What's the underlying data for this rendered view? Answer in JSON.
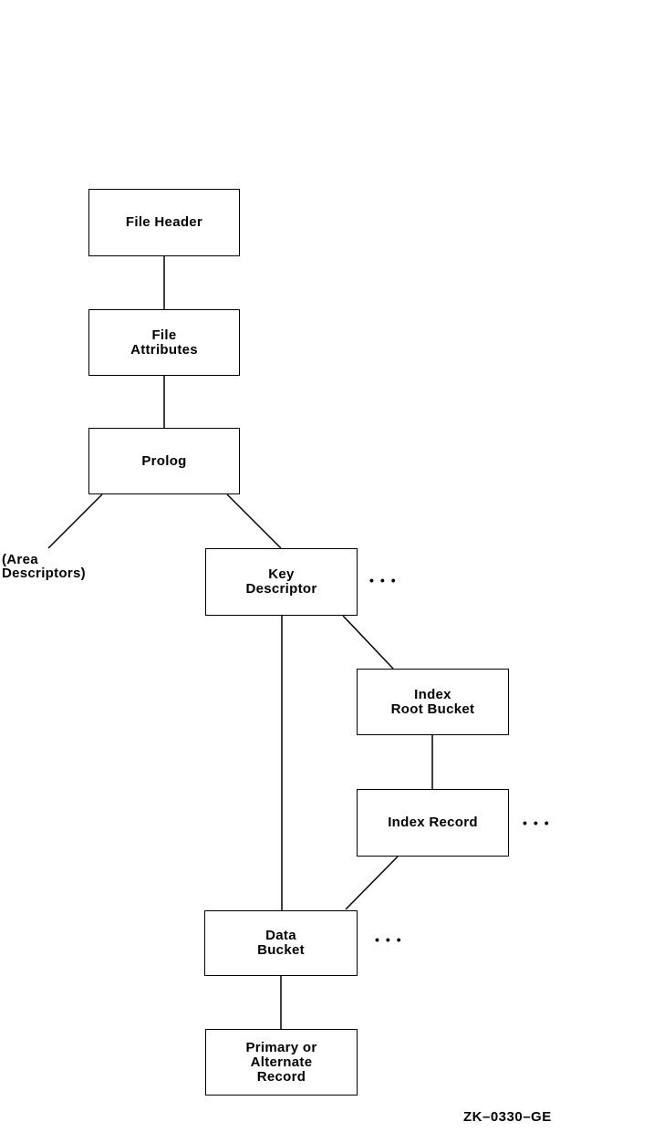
{
  "diagram": {
    "figure_label": "ZK–0330–GE",
    "ellipsis": "•••",
    "nodes": [
      {
        "id": "file-header",
        "label": "File Header"
      },
      {
        "id": "file-attributes",
        "label": "File\nAttributes"
      },
      {
        "id": "prolog",
        "label": "Prolog"
      },
      {
        "id": "area-descriptors",
        "label": "(Area\nDescriptors)"
      },
      {
        "id": "key-descriptor",
        "label": "Key\nDescriptor"
      },
      {
        "id": "index-root-bucket",
        "label": "Index\nRoot Bucket"
      },
      {
        "id": "index-record",
        "label": "Index Record"
      },
      {
        "id": "data-bucket",
        "label": "Data\nBucket"
      },
      {
        "id": "primary-or-alternate-record",
        "label": "Primary or\nAlternate\nRecord"
      }
    ],
    "edges": [
      {
        "from": "file-header",
        "to": "file-attributes"
      },
      {
        "from": "file-attributes",
        "to": "prolog"
      },
      {
        "from": "prolog",
        "to": "area-descriptors"
      },
      {
        "from": "prolog",
        "to": "key-descriptor"
      },
      {
        "from": "key-descriptor",
        "to": "index-root-bucket"
      },
      {
        "from": "key-descriptor",
        "to": "data-bucket"
      },
      {
        "from": "index-root-bucket",
        "to": "index-record"
      },
      {
        "from": "index-record",
        "to": "data-bucket"
      },
      {
        "from": "data-bucket",
        "to": "primary-or-alternate-record"
      }
    ]
  }
}
